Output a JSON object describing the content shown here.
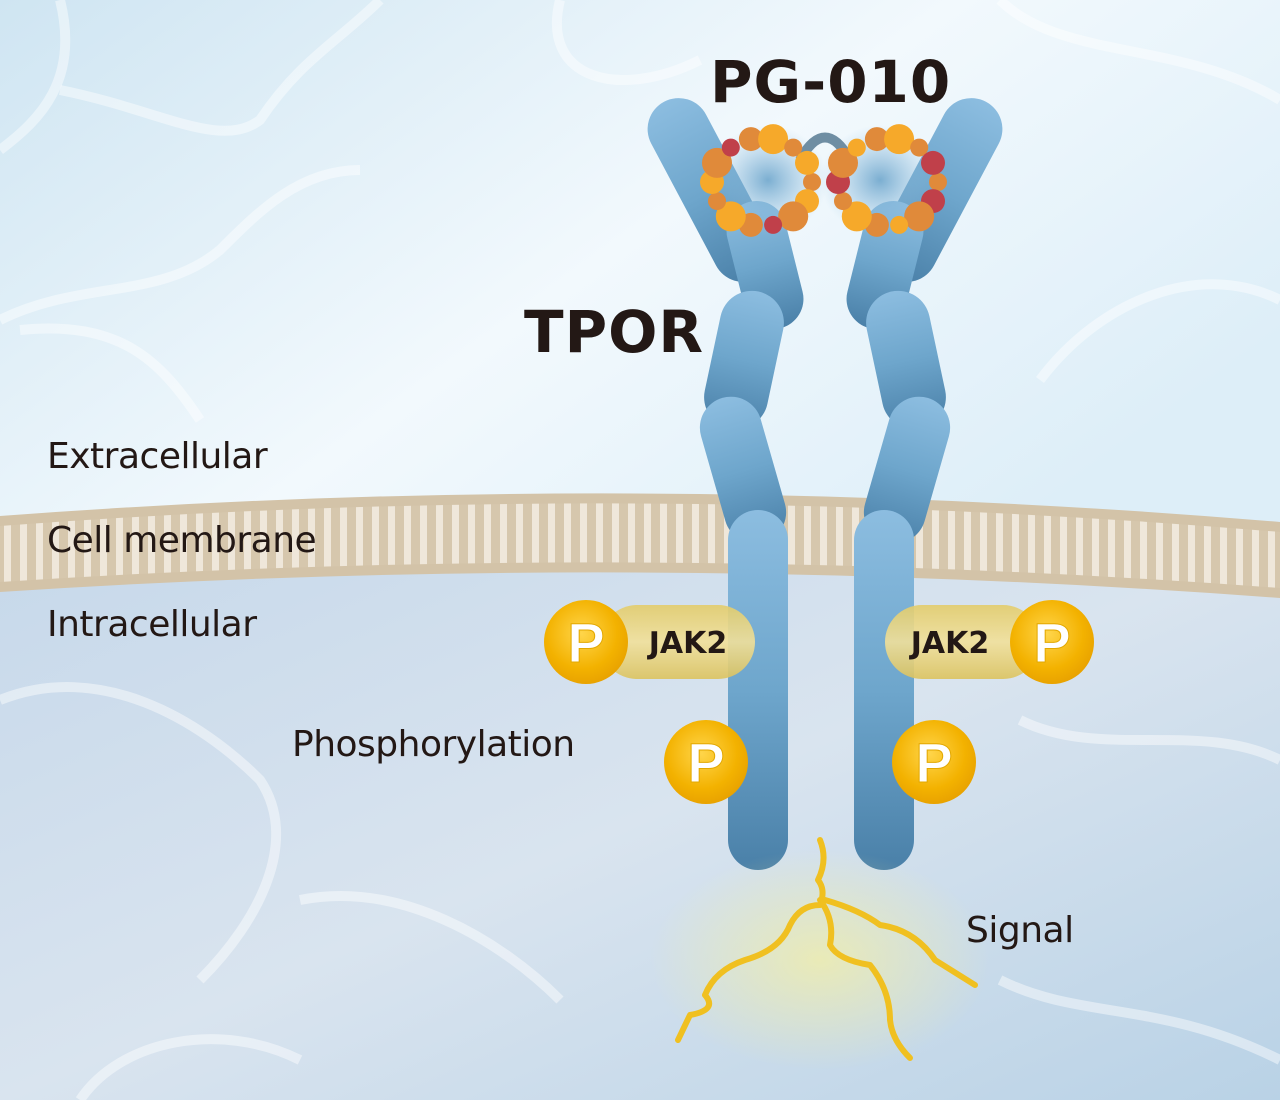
{
  "diagram": {
    "title": "PG-010 binding to TPOR and JAK2 signaling",
    "labels": {
      "drug": "PG-010",
      "receptor": "TPOR",
      "extracellular": "Extracellular",
      "membrane": "Cell membrane",
      "intracellular": "Intracellular",
      "phosphorylation": "Phosphorylation",
      "signal": "Signal"
    },
    "jak": [
      {
        "side": "left",
        "label": "JAK2",
        "phospho": "P"
      },
      {
        "side": "right",
        "label": "JAK2",
        "phospho": "P"
      }
    ],
    "receptor_phospho": [
      {
        "side": "left",
        "label": "P"
      },
      {
        "side": "right",
        "label": "P"
      }
    ],
    "colors": {
      "receptor": "#6ea6cc",
      "receptor_dark": "#4a80a8",
      "membrane": "#d6c7ad",
      "membrane_stripe": "#efe7da",
      "phospho": "#f0b400",
      "jak": "#e8d27a",
      "signal": "#f0c020",
      "bead_orange": "#e08a3a",
      "bead_red": "#c0404a",
      "bead_yellow": "#f6a92a",
      "linker": "#6f8ea3",
      "text": "#231815"
    }
  }
}
